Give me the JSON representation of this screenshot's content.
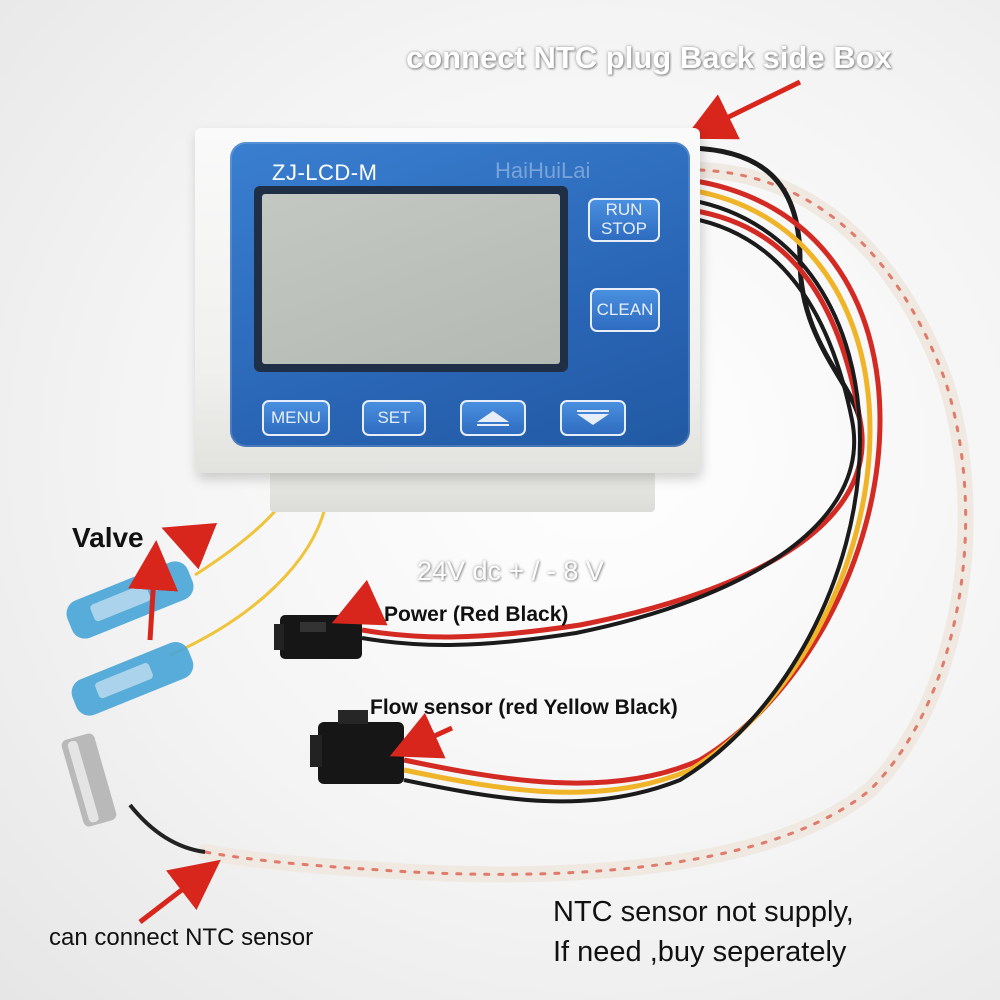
{
  "device": {
    "model": "ZJ-LCD-M",
    "brand": "HaiHuiLai",
    "buttons": {
      "run_stop": "RUN\nSTOP",
      "clean": "CLEAN",
      "menu": "MENU",
      "set": "SET"
    }
  },
  "annotations": {
    "top": "connect NTC plug Back side Box",
    "valve": "Valve",
    "voltage": "24V dc + / - 8 V",
    "power": "Power  (Red Black)",
    "flow": "Flow sensor (red Yellow Black)",
    "ntc_sensor": "can connect NTC sensor",
    "note_line1": "NTC sensor not supply,",
    "note_line2": "If need ,buy seperately"
  },
  "colors": {
    "arrow": "#d8261c",
    "wire_red": "#d42a24",
    "wire_black": "#1b1b1b",
    "wire_yellow": "#f0b428",
    "panel_blue": "#2a66b6",
    "terminal_blue": "#4aa6d8"
  }
}
